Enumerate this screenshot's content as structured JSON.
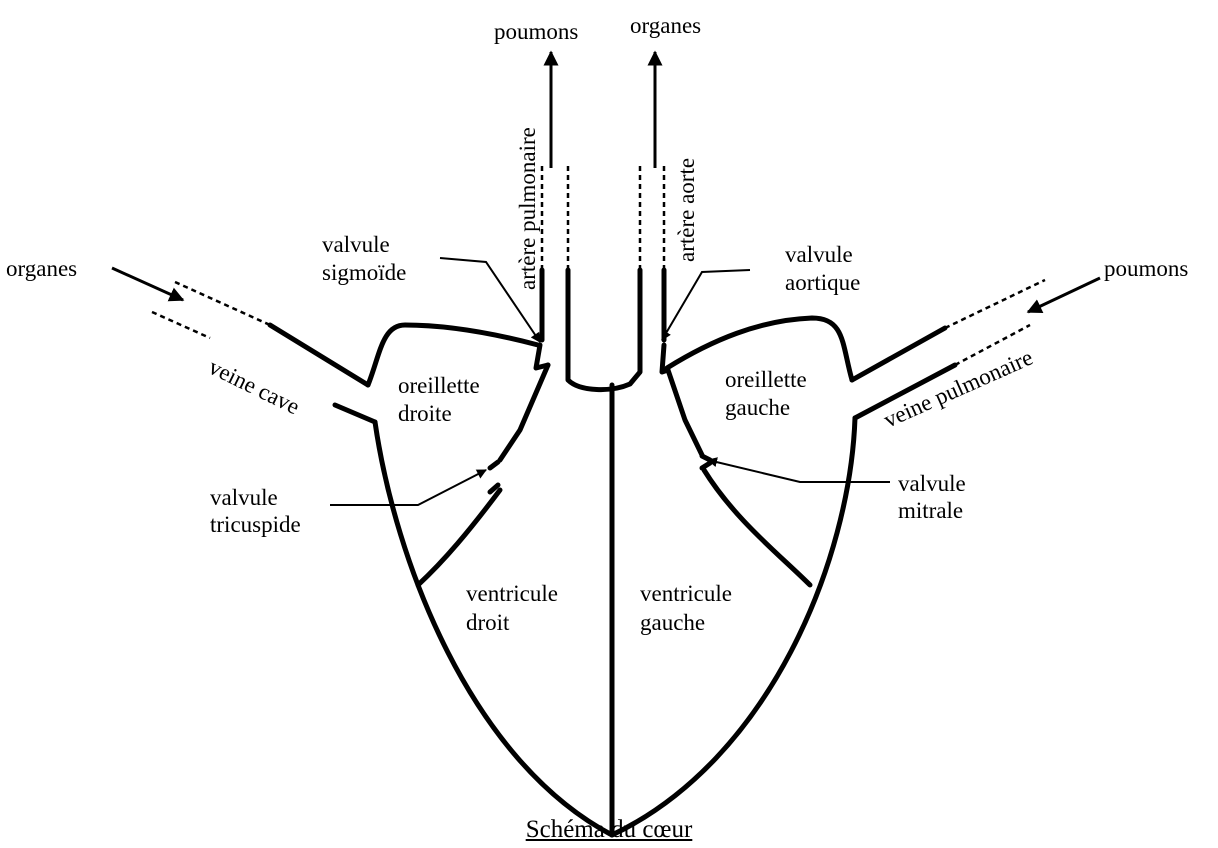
{
  "caption": "Schéma du cœur",
  "labels": {
    "poumons_top": "poumons",
    "organes_top": "organes",
    "organes_left": "organes",
    "poumons_right": "poumons",
    "artere_pulmonaire": "artère pulmonaire",
    "artere_aorte": "artère aorte",
    "valvule_sigmoide_1": "valvule",
    "valvule_sigmoide_2": "sigmoïde",
    "valvule_aortique_1": "valvule",
    "valvule_aortique_2": "aortique",
    "veine_cave": "veine cave",
    "veine_pulmonaire": "veine pulmonaire",
    "oreillette_droite_1": "oreillette",
    "oreillette_droite_2": "droite",
    "oreillette_gauche_1": "oreillette",
    "oreillette_gauche_2": "gauche",
    "valvule_tricuspide_1": "valvule",
    "valvule_tricuspide_2": "tricuspide",
    "valvule_mitrale_1": "valvule",
    "valvule_mitrale_2": "mitrale",
    "ventricule_droit_1": "ventricule",
    "ventricule_droit_2": "droit",
    "ventricule_gauche_1": "ventricule",
    "ventricule_gauche_2": "gauche"
  }
}
